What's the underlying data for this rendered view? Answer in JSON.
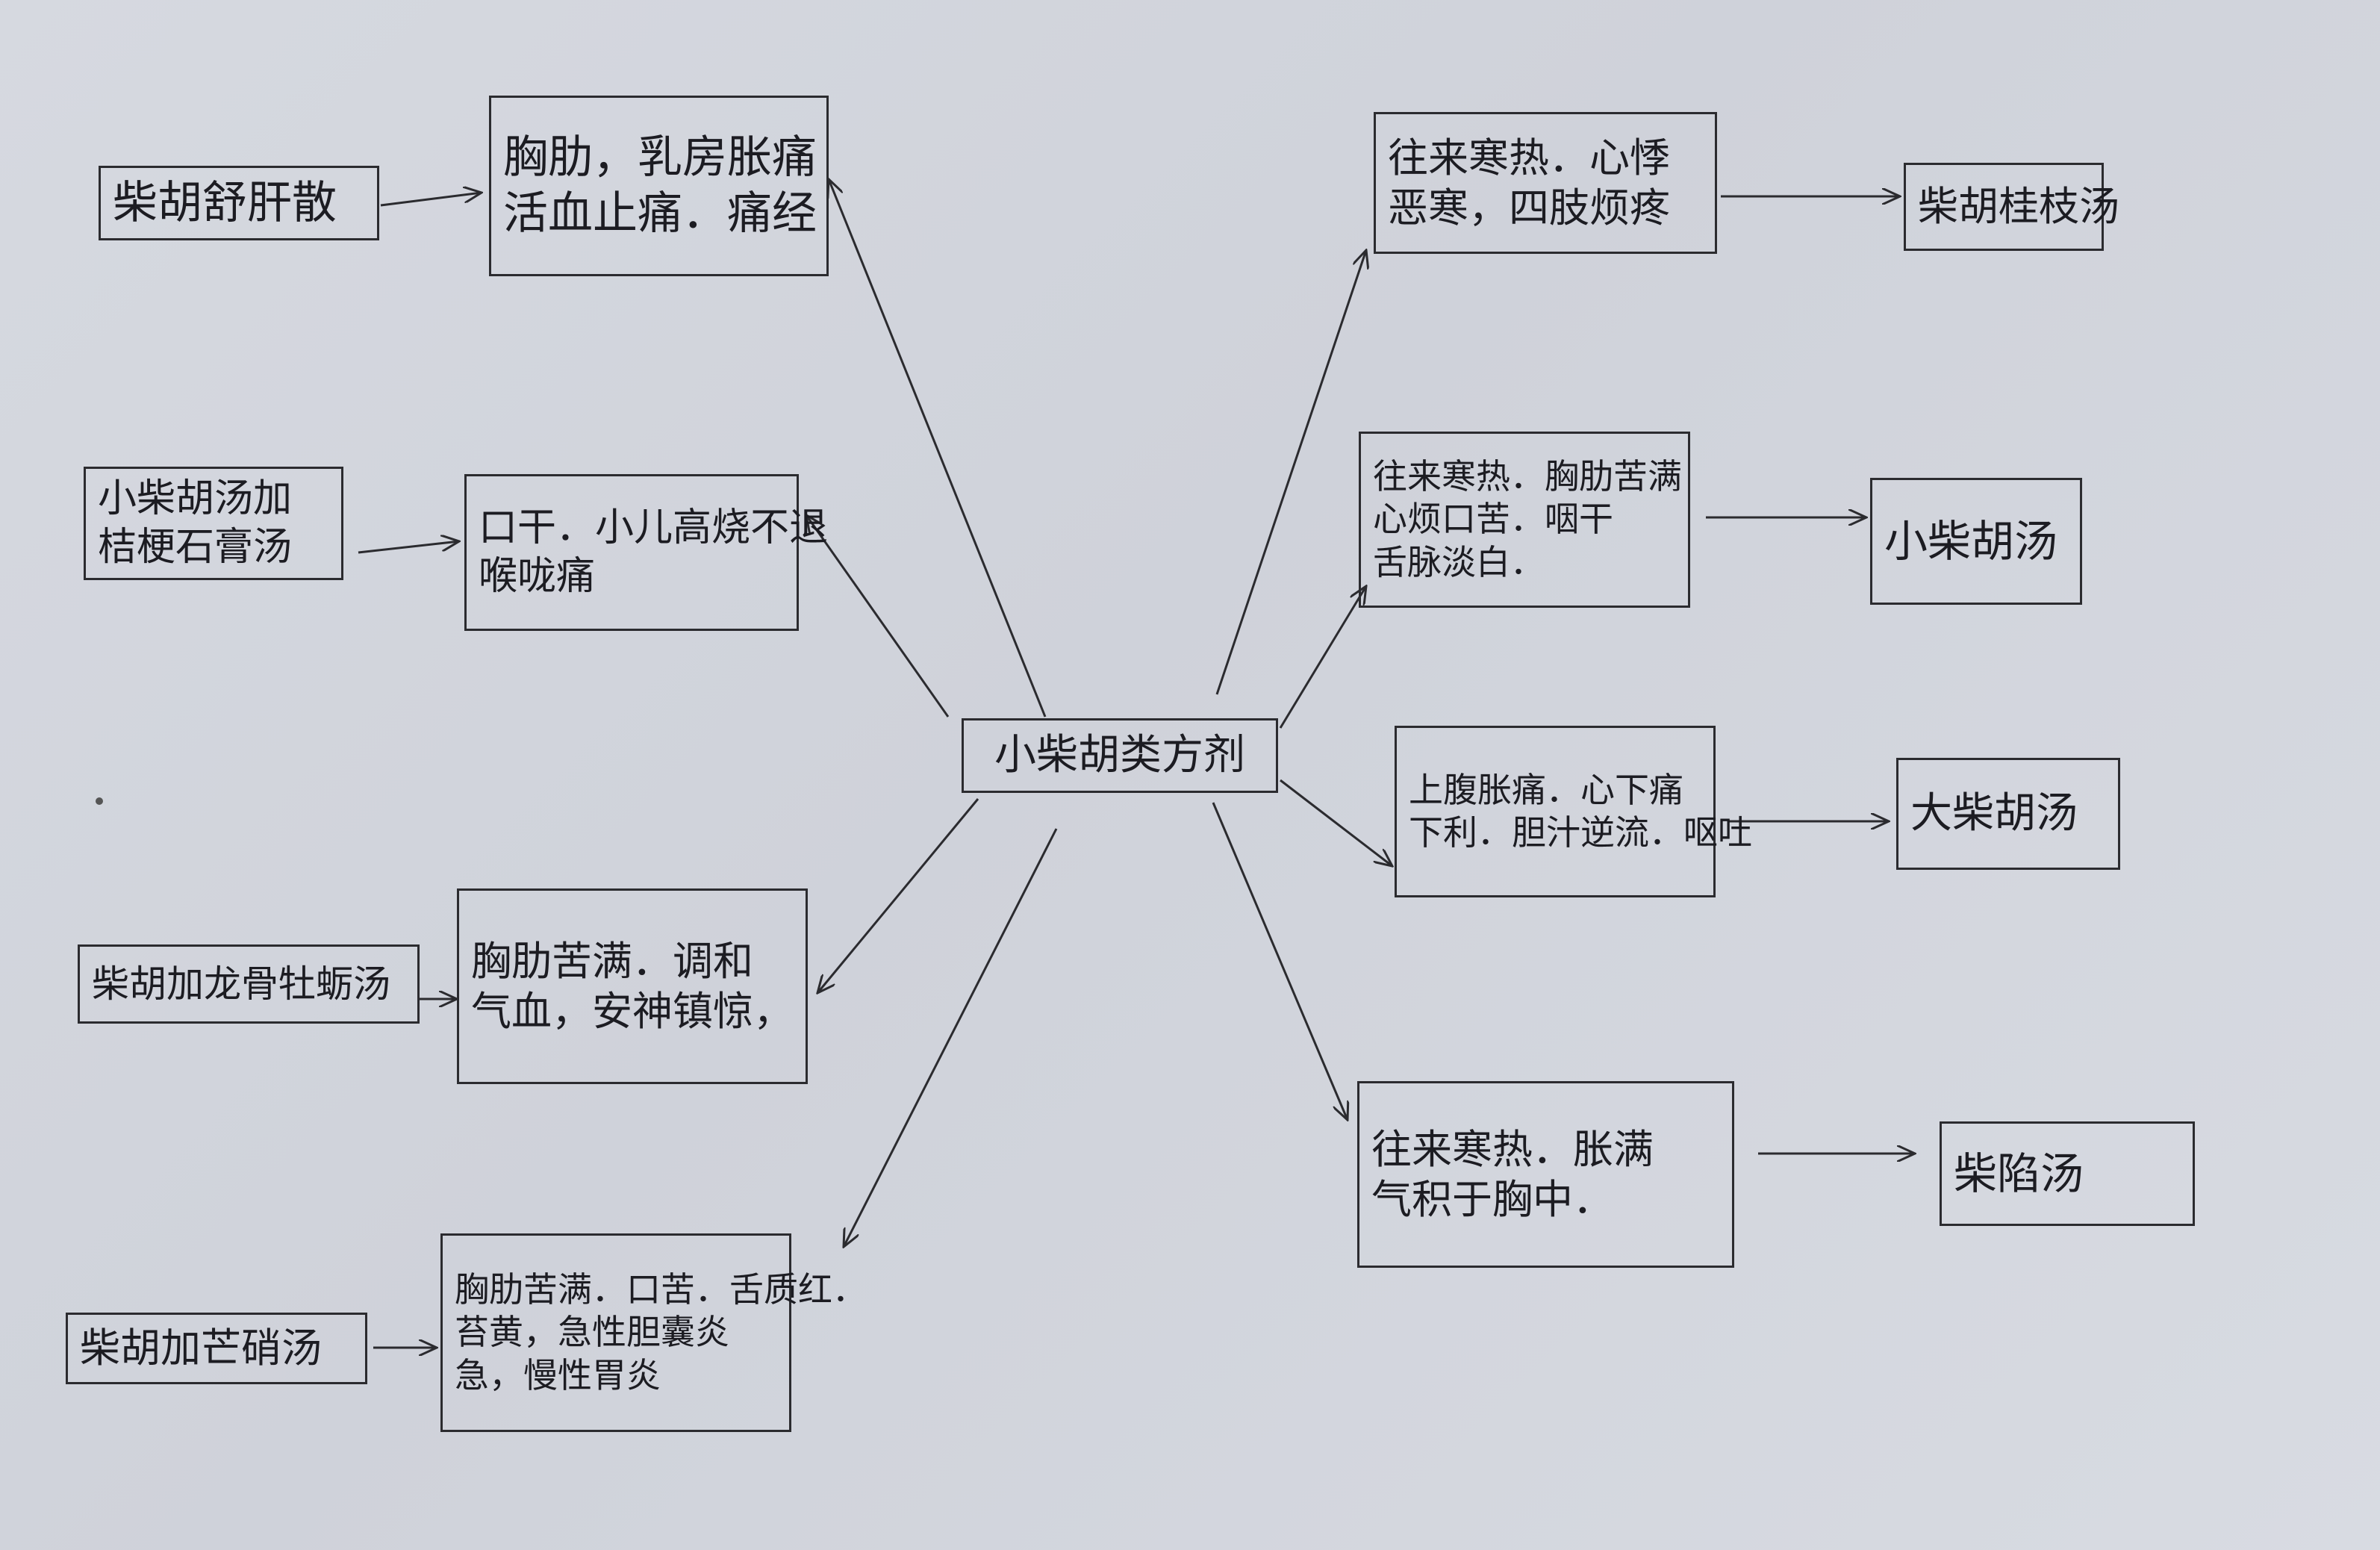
{
  "center": {
    "label": "小柴胡类方剂"
  },
  "left": [
    {
      "formula": [
        "柴胡舒肝散"
      ],
      "indication": [
        "胸肋，乳房胀痛",
        "活血止痛．痛经"
      ]
    },
    {
      "formula": [
        "小柴胡汤加",
        "桔梗石膏汤"
      ],
      "indication": [
        "口干．小儿高烧不退",
        "喉咙痛"
      ]
    },
    {
      "formula": [
        "柴胡加龙骨牡蛎汤"
      ],
      "indication": [
        "胸肋苦满．调和",
        "气血，安神镇惊，"
      ]
    },
    {
      "formula": [
        "柴胡加芒硝汤"
      ],
      "indication": [
        "胸肋苦满．口苦．舌质红．",
        "苔黄，急性胆囊炎",
        "急，慢性胃炎"
      ]
    }
  ],
  "right": [
    {
      "indication": [
        "往来寒热．心悸",
        "恶寒，四肢烦疼"
      ],
      "formula": [
        "柴胡桂枝汤"
      ]
    },
    {
      "indication": [
        "往来寒热．胸肋苦满",
        "心烦口苦．咽干",
        "舌脉淡白．"
      ],
      "formula": [
        "小柴胡汤"
      ]
    },
    {
      "indication": [
        "上腹胀痛．心下痛",
        "下利．胆汁逆流．呕吐"
      ],
      "formula": [
        "大柴胡汤"
      ]
    },
    {
      "indication": [
        "往来寒热．胀满",
        "气积于胸中．"
      ],
      "formula": [
        "柴陷汤"
      ]
    }
  ]
}
